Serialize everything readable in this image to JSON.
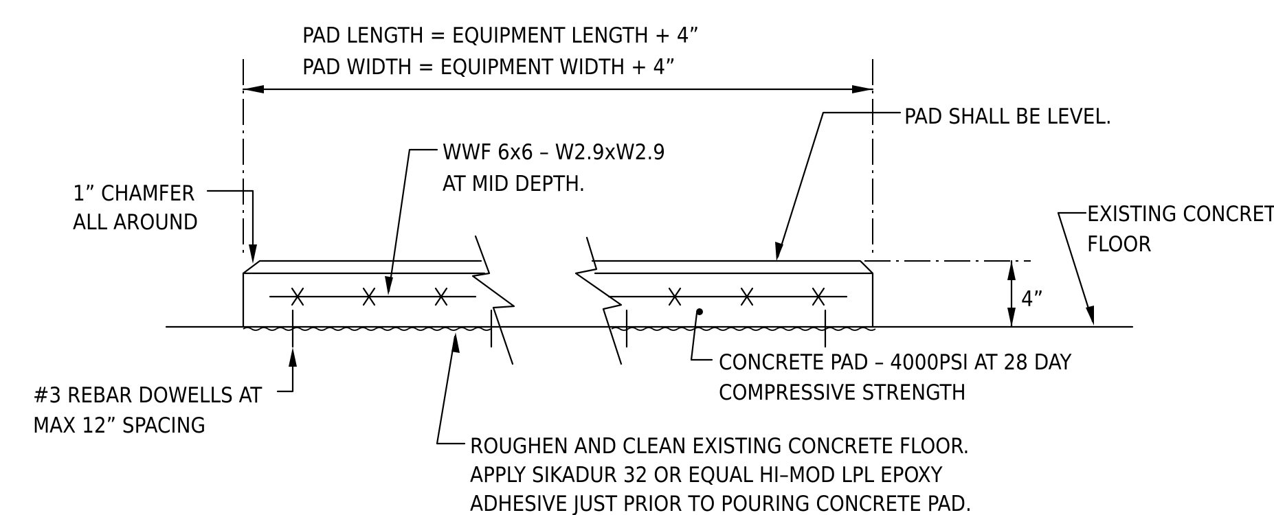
{
  "notes": {
    "pad_length": "PAD LENGTH = EQUIPMENT LENGTH + 4”",
    "pad_width": "PAD WIDTH = EQUIPMENT WIDTH + 4”",
    "pad_level": "PAD SHALL BE LEVEL.",
    "wwf_line1": "WWF 6x6 – W2.9xW2.9",
    "wwf_line2": "AT MID DEPTH.",
    "chamfer_line1": "1” CHAMFER",
    "chamfer_line2": "ALL AROUND",
    "existing_line1": "EXISTING CONCRETE",
    "existing_line2": "FLOOR",
    "pad_depth": "4”",
    "concrete_line1": "CONCRETE PAD – 4000PSI AT 28 DAY",
    "concrete_line2": "COMPRESSIVE STRENGTH",
    "rebar_line1": "#3 REBAR DOWELLS AT",
    "rebar_line2": "MAX 12” SPACING",
    "roughen_line1": "ROUGHEN AND CLEAN EXISTING CONCRETE FLOOR.",
    "roughen_line2": "APPLY SIKADUR 32 OR EQUAL HI–MOD LPL EPOXY",
    "roughen_line3": "ADHESIVE JUST PRIOR TO POURING CONCRETE PAD."
  },
  "colors": {
    "ink": "#000000",
    "paper": "#ffffff"
  }
}
